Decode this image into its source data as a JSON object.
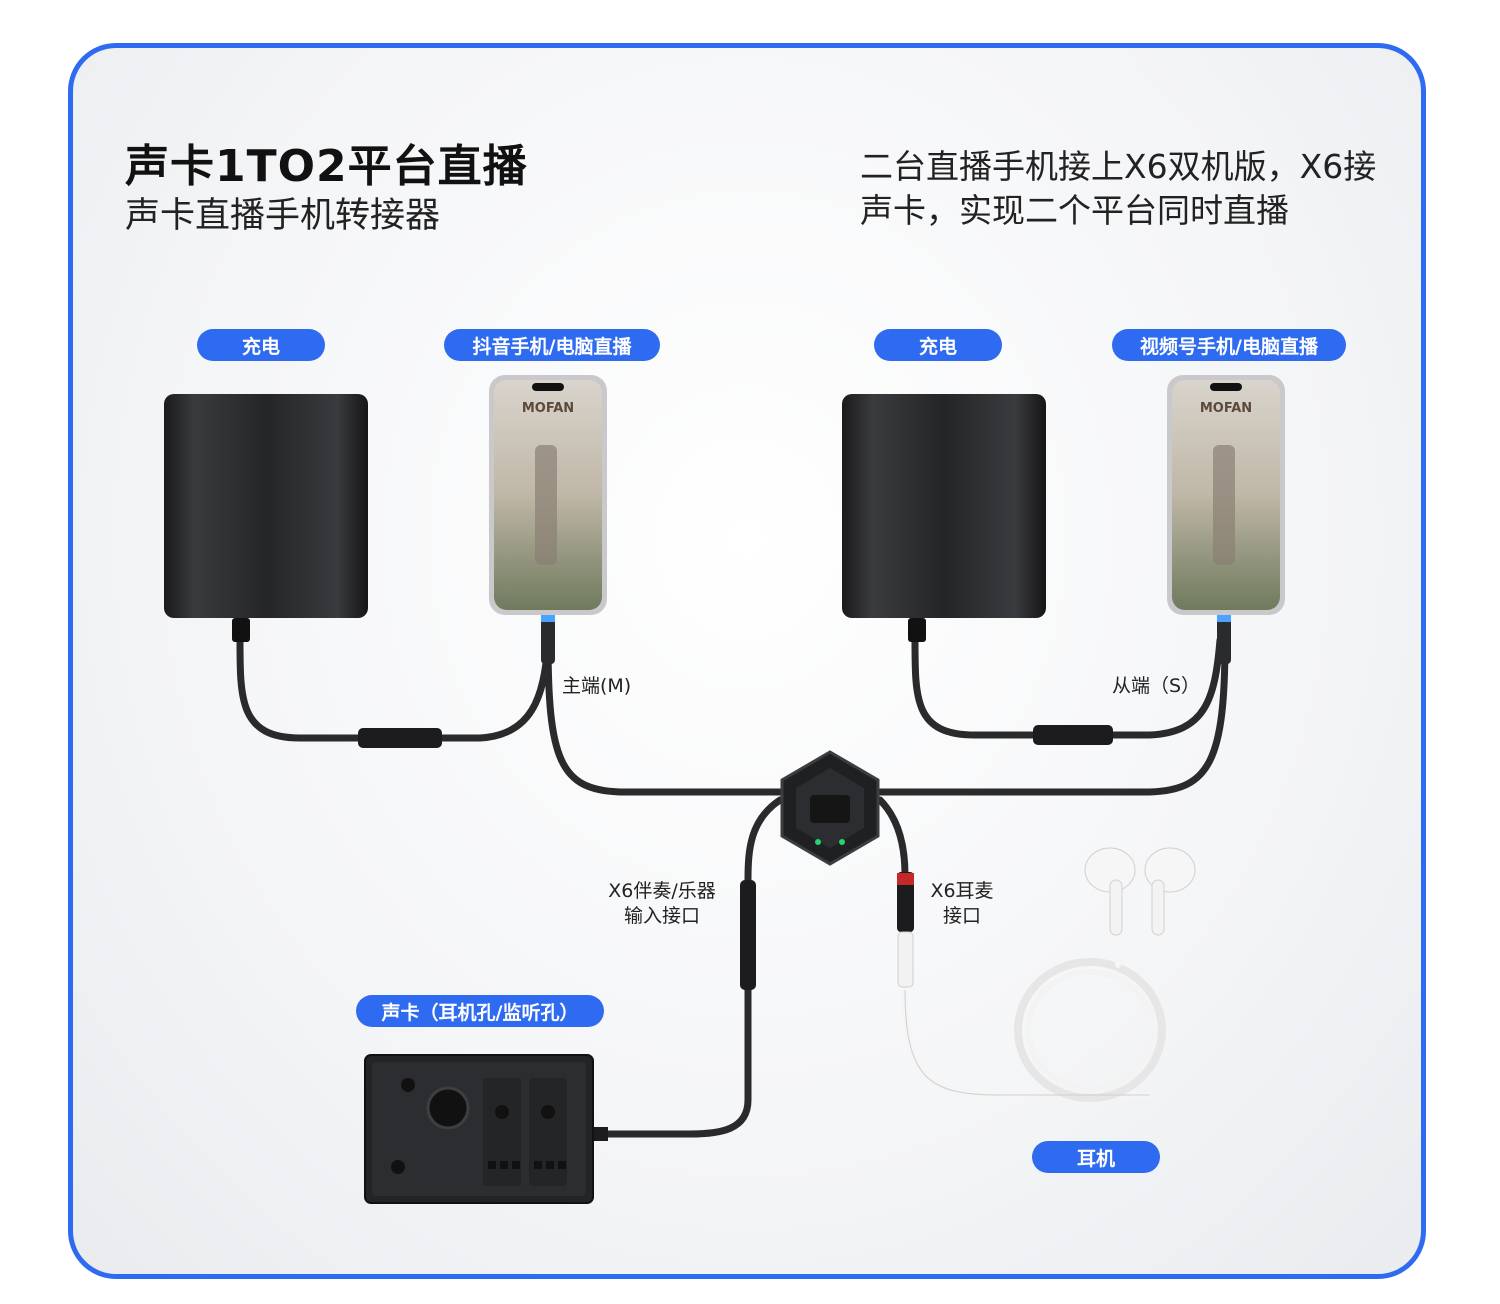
{
  "title": "声卡1TO2平台直播",
  "subtitle": "声卡直播手机转接器",
  "description": "二台直播手机接上X6双机版，X6接声卡，实现二个平台同时直播",
  "pills": {
    "charge_left": "充电",
    "douyin": "抖音手机/电脑直播",
    "charge_right": "充电",
    "shipinhao": "视频号手机/电脑直播",
    "soundcard": "声卡（耳机孔/监听孔）",
    "earphone": "耳机"
  },
  "labels": {
    "master": "主端(M)",
    "slave": "从端（S）",
    "accompany": "X6伴奏/乐器\n输入接口",
    "headset": "X6耳麦\n接口"
  },
  "phone_brand": "MOFAN",
  "colors": {
    "accent": "#2f6bf0",
    "device": "#1b1c1e"
  }
}
